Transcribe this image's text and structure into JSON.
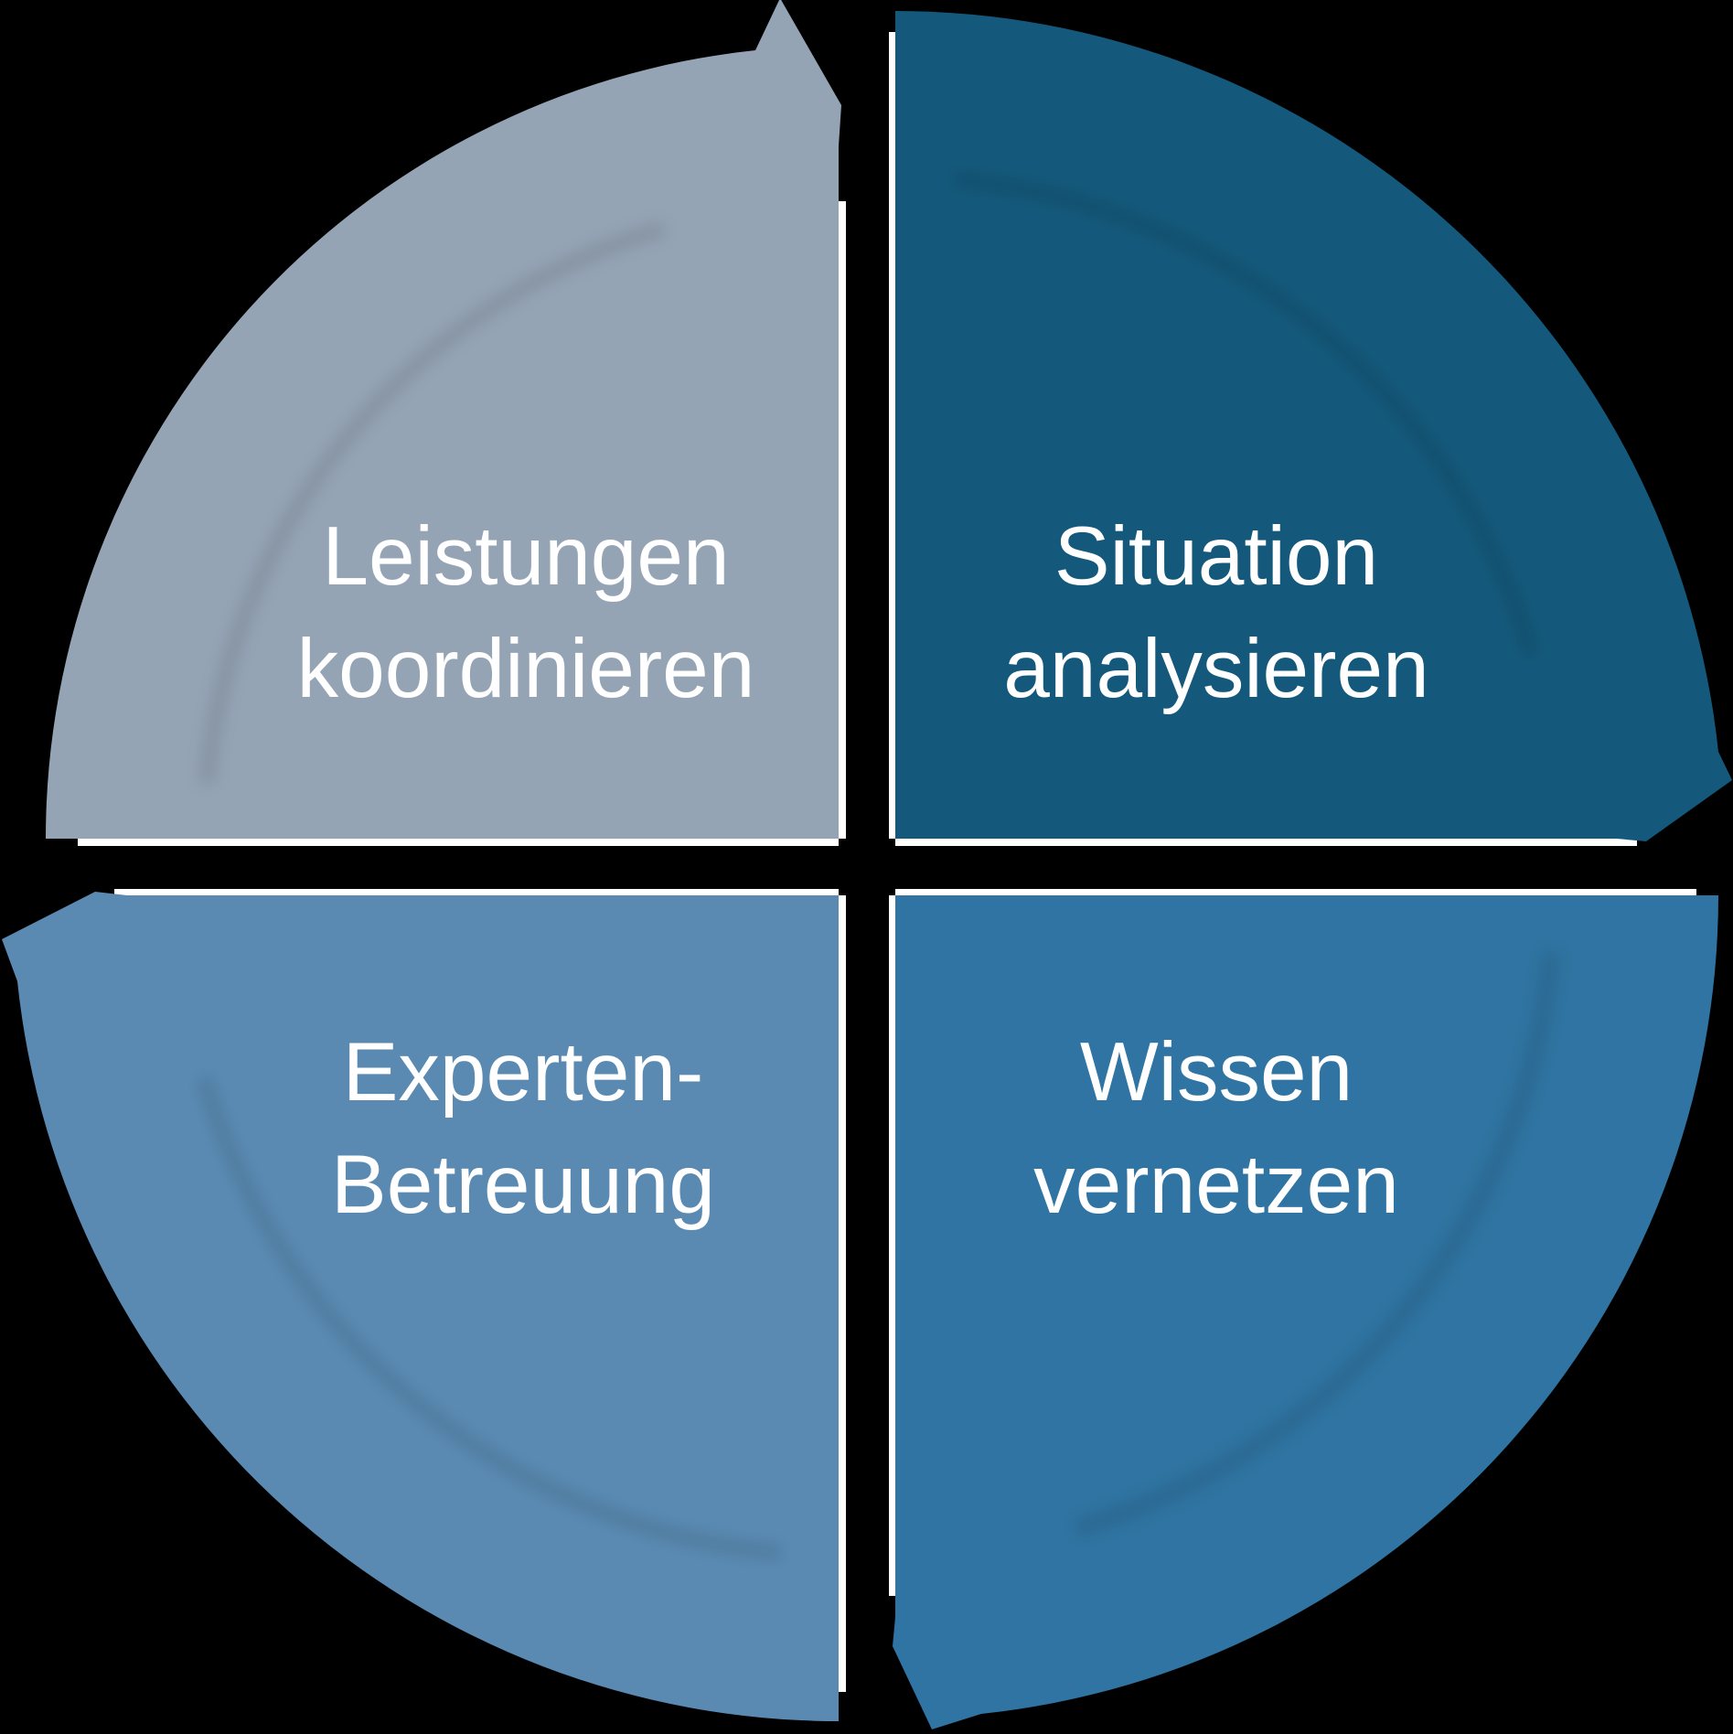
{
  "diagram": {
    "type": "cycle",
    "cycle_direction": "clockwise",
    "background_color": "#000000",
    "separator_color": "#FFFFFF",
    "text_color": "#FFFFFF",
    "quadrants": [
      {
        "id": "top-right",
        "position": "top-right",
        "label_line1": "Situation",
        "label_line2": "analysieren",
        "color": "#14597B",
        "arrow_direction": "down"
      },
      {
        "id": "bottom-right",
        "position": "bottom-right",
        "label_line1": "Wissen",
        "label_line2": "vernetzen",
        "color": "#2F74A2",
        "arrow_direction": "left"
      },
      {
        "id": "bottom-left",
        "position": "bottom-left",
        "label_line1": "Experten-",
        "label_line2": "Betreuung",
        "color": "#5A8AB2",
        "arrow_direction": "up"
      },
      {
        "id": "top-left",
        "position": "top-left",
        "label_line1": "Leistungen",
        "label_line2": "koordinieren",
        "color": "#95A4B5",
        "arrow_direction": "right"
      }
    ]
  }
}
